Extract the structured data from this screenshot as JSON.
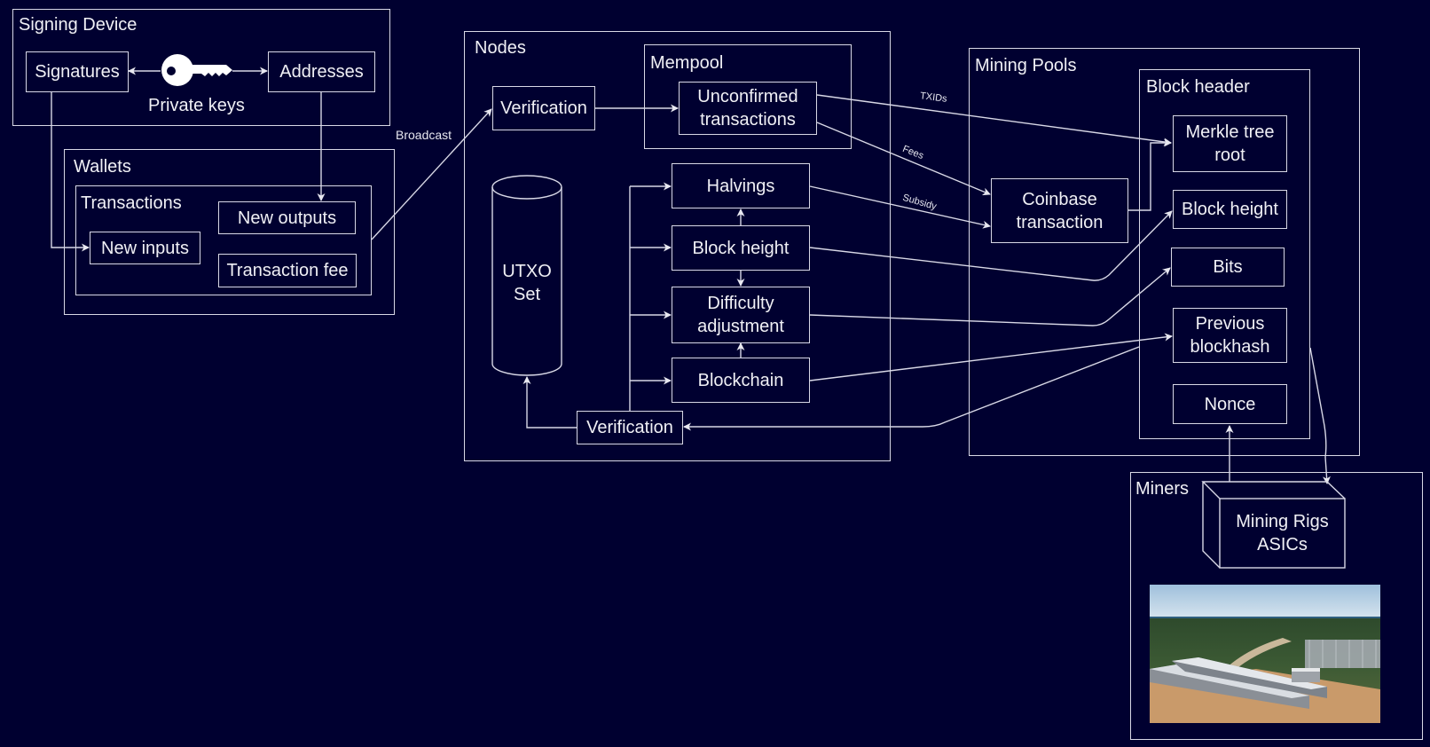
{
  "colors": {
    "background": "#000030",
    "stroke": "#d8d8e6",
    "text": "#f0f0f5"
  },
  "signing_device": {
    "title": "Signing Device",
    "signatures": "Signatures",
    "addresses": "Addresses",
    "private_keys_label": "Private keys",
    "key_icon": "key-icon"
  },
  "wallets": {
    "title": "Wallets",
    "transactions": {
      "title": "Transactions",
      "new_outputs": "New outputs",
      "new_inputs": "New inputs",
      "transaction_fee": "Transaction fee"
    }
  },
  "edges": {
    "broadcast": "Broadcast",
    "txids": "TXIDs",
    "fees": "Fees",
    "subsidy": "Subsidy"
  },
  "nodes": {
    "title": "Nodes",
    "verification_in": "Verification",
    "mempool": {
      "title": "Mempool",
      "unconfirmed": "Unconfirmed transactions"
    },
    "utxo_set": "UTXO Set",
    "halvings": "Halvings",
    "block_height": "Block height",
    "difficulty_adjustment": "Difficulty adjustment",
    "blockchain": "Blockchain",
    "verification_out": "Verification"
  },
  "mining_pools": {
    "title": "Mining Pools",
    "coinbase": "Coinbase transaction",
    "block_header": {
      "title": "Block header",
      "merkle_root": "Merkle tree root",
      "block_height": "Block height",
      "bits": "Bits",
      "previous_blockhash": "Previous blockhash",
      "nonce": "Nonce"
    }
  },
  "miners": {
    "title": "Miners",
    "rigs": "Mining Rigs ASICs",
    "photo": "mining-facility-photo"
  }
}
